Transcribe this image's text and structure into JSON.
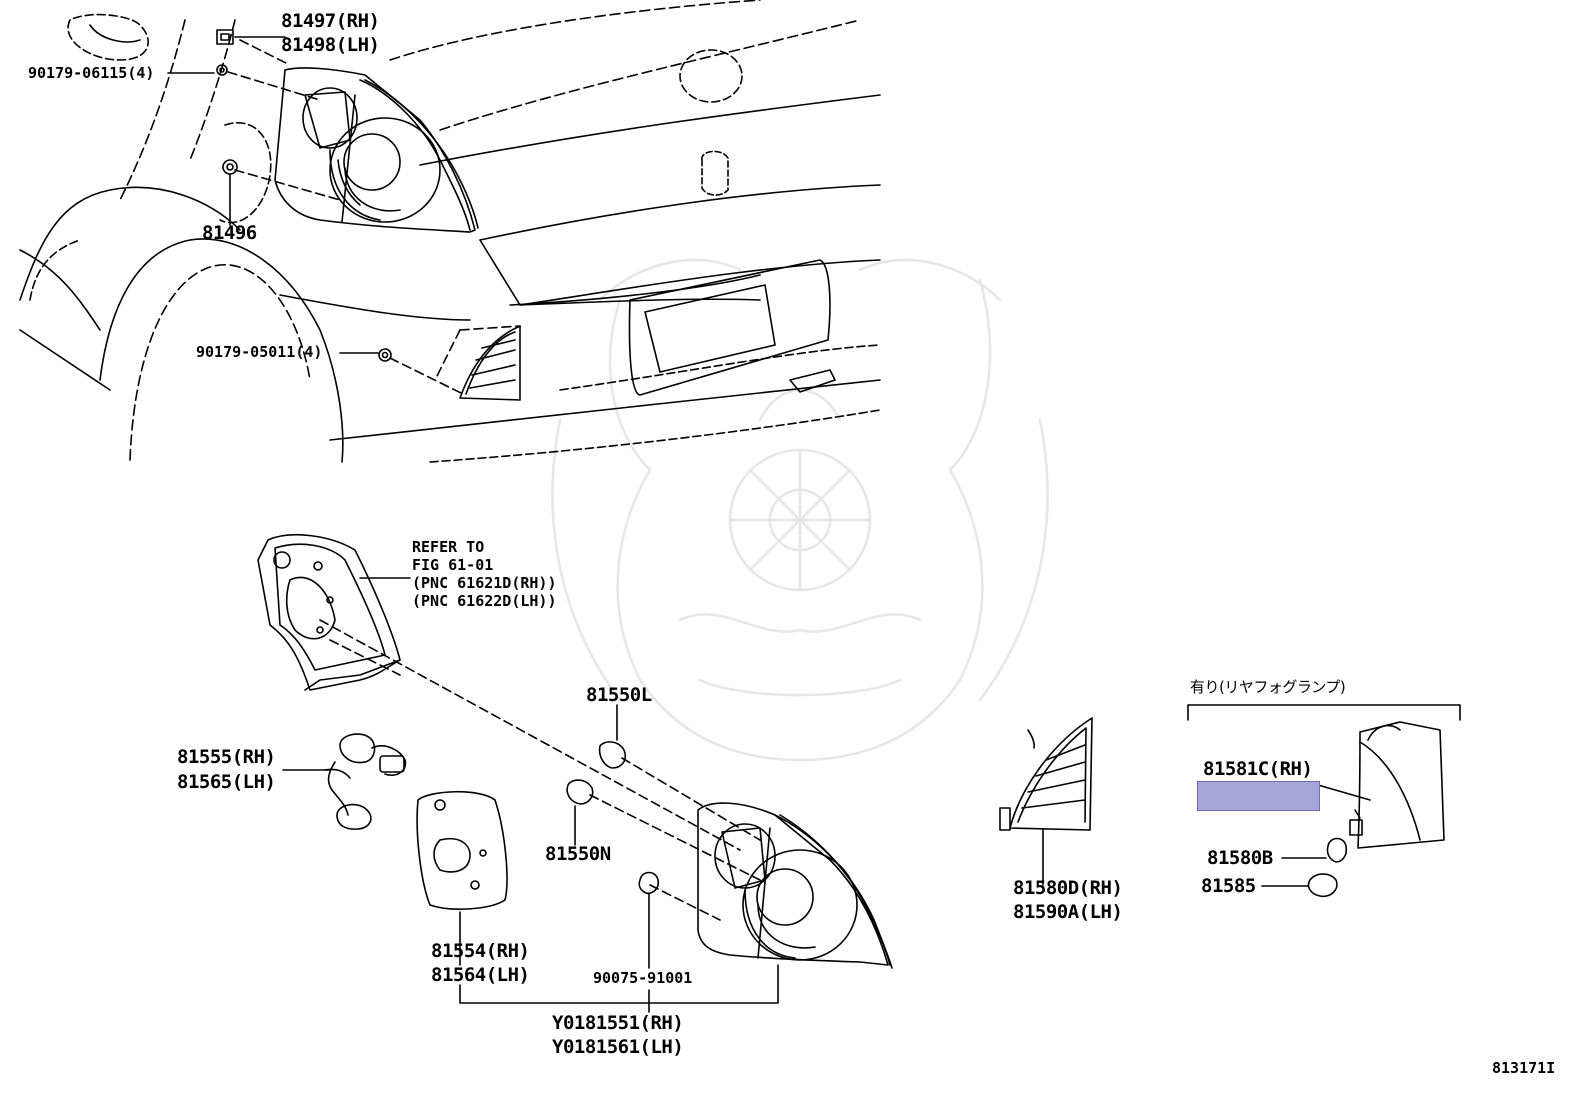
{
  "labels": {
    "p81497": "81497(RH)",
    "p81498": "81498(LH)",
    "p90179_06115": "90179-06115(4)",
    "p81496": "81496",
    "p90179_05011": "90179-05011(4)",
    "refer1": "REFER TO",
    "refer2": "FIG 61-01",
    "refer3": "(PNC 61621D(RH))",
    "refer4": "(PNC 61622D(LH))",
    "p81550L": "81550L",
    "p81555": "81555(RH)",
    "p81565": "81565(LH)",
    "p81550N": "81550N",
    "p81554": "81554(RH)",
    "p81564": "81564(LH)",
    "p90075": "90075-91001",
    "y81551": "Y0181551(RH)",
    "y81561": "Y0181561(LH)",
    "p81580D": "81580D(RH)",
    "p81590A": "81590A(LH)",
    "jp_fog": "有り(リヤフォグランプ)",
    "p81581C": "81581C(RH)",
    "p81580B": "81580B",
    "p81585": "81585",
    "fig_id": "813171I"
  },
  "colors": {
    "line": "#000000",
    "highlight": "#a7a6d6",
    "watermark": "#e6e6e6"
  },
  "highlight": {
    "label": "81581C(RH)"
  }
}
